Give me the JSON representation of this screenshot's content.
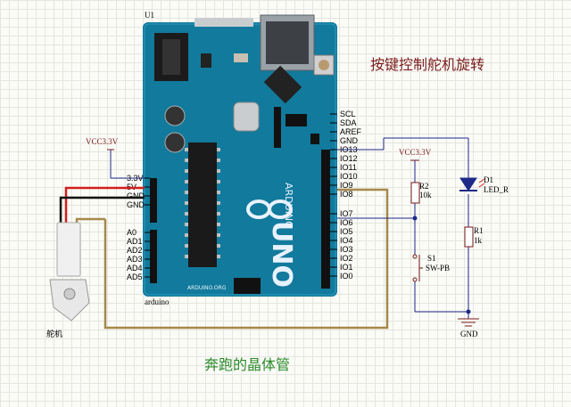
{
  "title": "按键控制舵机旋转",
  "caption": "奔跑的晶体管",
  "board": {
    "ref": "U1",
    "name": "arduino",
    "logo_text": "UNO",
    "brand_text": "ARDUINO",
    "website": "ARDUINO.ORG",
    "left_pins": [
      "3.3V",
      "5V",
      "GND",
      "GND",
      "",
      "A0",
      "AD1",
      "AD2",
      "AD3",
      "AD4",
      "AD5"
    ],
    "right_pins": [
      "SCL",
      "SDA",
      "AREF",
      "GND",
      "IO13",
      "IO12",
      "IO11",
      "IO10",
      "IO9",
      "IO8",
      "",
      "IO7",
      "IO6",
      "IO5",
      "IO4",
      "IO3",
      "IO2",
      "IO1",
      "IO0"
    ]
  },
  "vcc_left": "VCC3.3V",
  "vcc_right": "VCC3.3V",
  "r2": {
    "ref": "R2",
    "value": "10k"
  },
  "r1": {
    "ref": "R1",
    "value": "1k"
  },
  "d1": {
    "ref": "D1",
    "value": "LED_R"
  },
  "s1": {
    "ref": "S1",
    "value": "SW-PB"
  },
  "gnd_label": "GND",
  "servo_label": "舵机",
  "colors": {
    "board": "#127a9c",
    "wire_signal": "#a5894a",
    "wire_red": "#d21f1f",
    "wire_black": "#111111",
    "net": "#1e2a88",
    "title": "#7a1b1b",
    "caption": "#2a8a2a"
  }
}
